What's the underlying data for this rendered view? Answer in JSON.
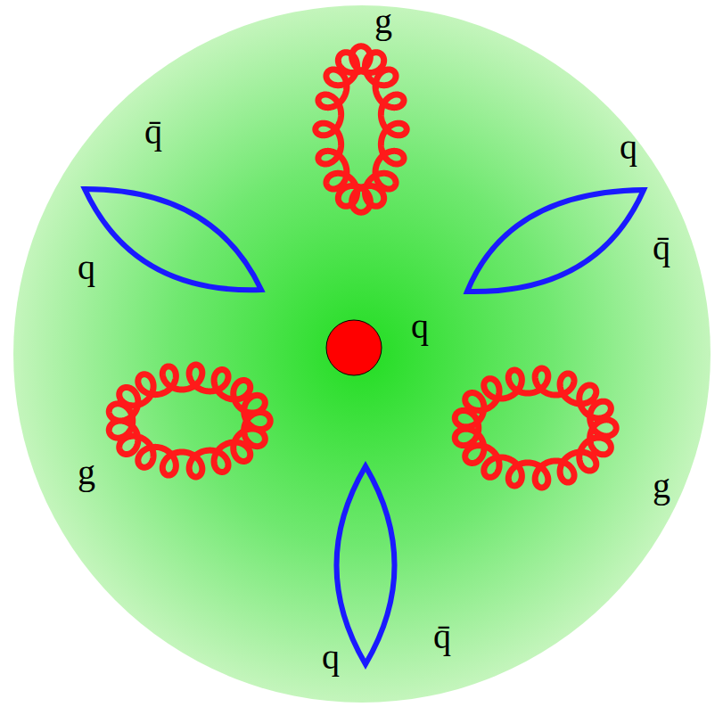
{
  "diagram": {
    "nodes": [
      {
        "text": [
          "q"
        ]
      }
    ],
    "labels": [
      "g",
      "q̄",
      "q",
      "q",
      "q̄",
      "g",
      "g",
      "q",
      "q̄"
    ]
  }
}
